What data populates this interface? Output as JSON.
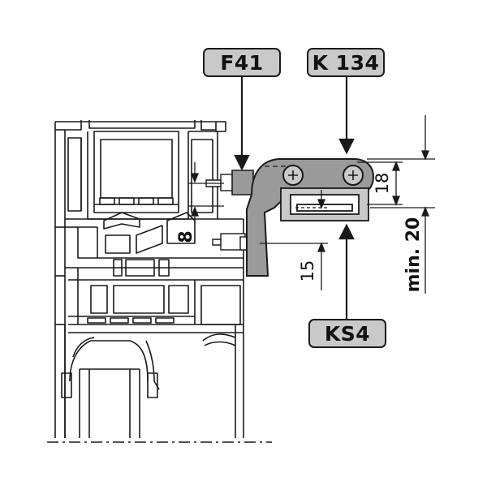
{
  "callouts": {
    "f41": "F41",
    "k134": "K 134",
    "ks4": "KS4"
  },
  "dimensions": {
    "d8": "8",
    "d18": "18",
    "d15": "15",
    "min20": "min. 20"
  },
  "colors": {
    "stroke": "#1a1a1a",
    "profile_fill": "#ffffff",
    "part_gray": "#9a9a9a",
    "part_light": "#c9c9c9",
    "callout_fill": "#c9c9c9"
  }
}
